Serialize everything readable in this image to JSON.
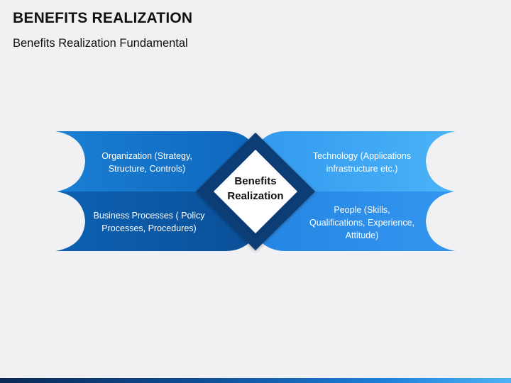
{
  "slide": {
    "title": "BENEFITS REALIZATION",
    "subtitle": "Benefits Realization Fundamental"
  },
  "diagram": {
    "center": [
      "Benefits",
      "Realization"
    ],
    "quadrants": {
      "top_left": [
        "Organization (Strategy,",
        "Structure, Controls)"
      ],
      "bottom_left": [
        "Business Processes ( Policy",
        "Processes, Procedures)"
      ],
      "top_right": [
        "Technology (Applications",
        "infrastructure etc.)"
      ],
      "bottom_right": [
        "People (Skills,",
        "Qualifications, Experience,",
        "Attitude)"
      ]
    },
    "colors": {
      "top_left": "#1273c9",
      "bottom_left": "#0b5aa7",
      "top_right": "#3aa8f5",
      "bottom_right": "#2e8de8",
      "diamond_border": "#0a3c74"
    }
  }
}
